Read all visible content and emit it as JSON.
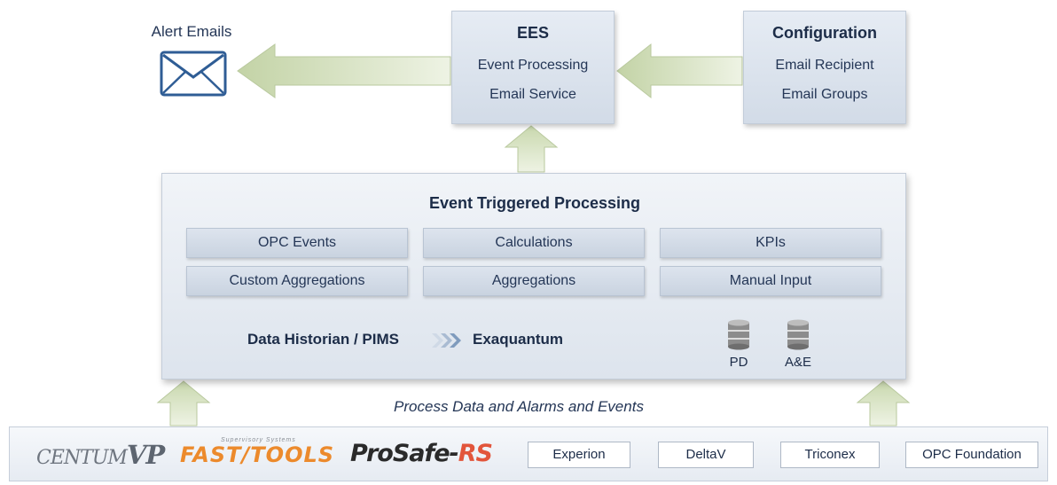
{
  "alert": {
    "label": "Alert Emails"
  },
  "ees": {
    "title": "EES",
    "line1": "Event Processing",
    "line2": "Email Service"
  },
  "config": {
    "title": "Configuration",
    "line1": "Email Recipient",
    "line2": "Email Groups"
  },
  "processing": {
    "title": "Event Triggered Processing",
    "cells": [
      "OPC Events",
      "Calculations",
      "KPIs",
      "Custom Aggregations",
      "Aggregations",
      "Manual Input"
    ],
    "historian": "Data Historian / PIMS",
    "exaquantum": "Exaquantum",
    "db1": "PD",
    "db2": "A&E"
  },
  "flow": {
    "label": "Process Data and Alarms and Events"
  },
  "sources": {
    "centum": {
      "main": "CENTUM",
      "suffix": "VP"
    },
    "fasttools": {
      "tagline": "Supervisory Systems",
      "main": "FAST/TOOLS"
    },
    "prosafe": {
      "pro": "Pro",
      "safe": "Safe-",
      "rs": "RS"
    },
    "vendors": [
      "Experion",
      "DeltaV",
      "Triconex",
      "OPC Foundation"
    ]
  },
  "colors": {
    "arrow_fill": "#dfe8cf",
    "arrow_stroke": "#b9c99e",
    "box_bg": "#dbe2ec",
    "text": "#1c2c48",
    "envelope": "#2f5d95",
    "fasttools_orange": "#ec8a2c",
    "prosafe_red": "#e2553b"
  }
}
